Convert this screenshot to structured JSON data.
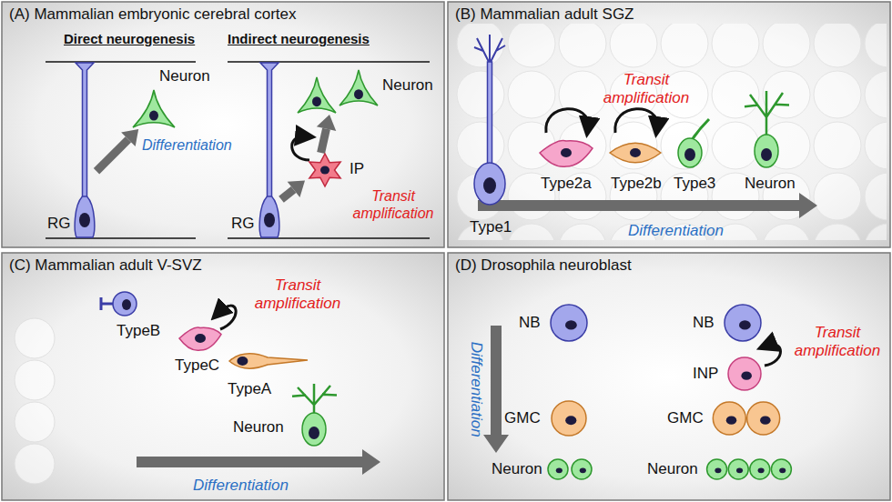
{
  "diagram": {
    "nodes": [
      {
        "text": [
          "(A) Mammalian embryonic cerebral cortex"
        ]
      },
      {
        "text": [
          "RG"
        ],
        "in": 0
      },
      {
        "text": [
          "Neuron"
        ],
        "in": 0
      },
      {
        "text": [
          "RG"
        ],
        "in": 0
      },
      {
        "text": [
          "IP"
        ],
        "in": 0
      },
      {
        "text": [
          "Neuron"
        ],
        "in": 0
      },
      {
        "text": [
          "(B) Mammalian adult SGZ"
        ]
      },
      {
        "text": [
          "Type1"
        ],
        "in": 6
      },
      {
        "text": [
          "Type2a"
        ],
        "in": 6
      },
      {
        "text": [
          "Type2b"
        ],
        "in": 6
      },
      {
        "text": [
          "Type3"
        ],
        "in": 6
      },
      {
        "text": [
          "Neuron"
        ],
        "in": 6
      },
      {
        "text": [
          "(C) Mammalian adult V-SVZ"
        ]
      },
      {
        "text": [
          "TypeB"
        ],
        "in": 12
      },
      {
        "text": [
          "TypeC"
        ],
        "in": 12
      },
      {
        "text": [
          "TypeA"
        ],
        "in": 12
      },
      {
        "text": [
          "Neuron"
        ],
        "in": 12
      },
      {
        "text": [
          "(D) Drosophila neuroblast"
        ]
      },
      {
        "text": [
          "NB"
        ],
        "in": 17
      },
      {
        "text": [
          "GMC"
        ],
        "in": 17
      },
      {
        "text": [
          "Neuron"
        ],
        "in": 17
      },
      {
        "text": [
          "NB"
        ],
        "in": 17
      },
      {
        "text": [
          "INP"
        ],
        "in": 17
      },
      {
        "text": [
          "GMC"
        ],
        "in": 17
      },
      {
        "text": [
          "Neuron"
        ],
        "in": 17
      }
    ],
    "edges": [
      {
        "from": 1,
        "to": 2,
        "arrow": "to",
        "label": "Differentiation"
      },
      {
        "from": 3,
        "to": 4,
        "arrow": "to"
      },
      {
        "from": 4,
        "to": 5,
        "arrow": "to"
      }
    ],
    "labels": [
      "Direct neurogenesis",
      "Indirect neurogenesis",
      "Transit amplification",
      "Transit amplification",
      "Differentiation",
      "Transit amplification",
      "Differentiation",
      "Differentiation",
      "Transit amplification"
    ]
  }
}
